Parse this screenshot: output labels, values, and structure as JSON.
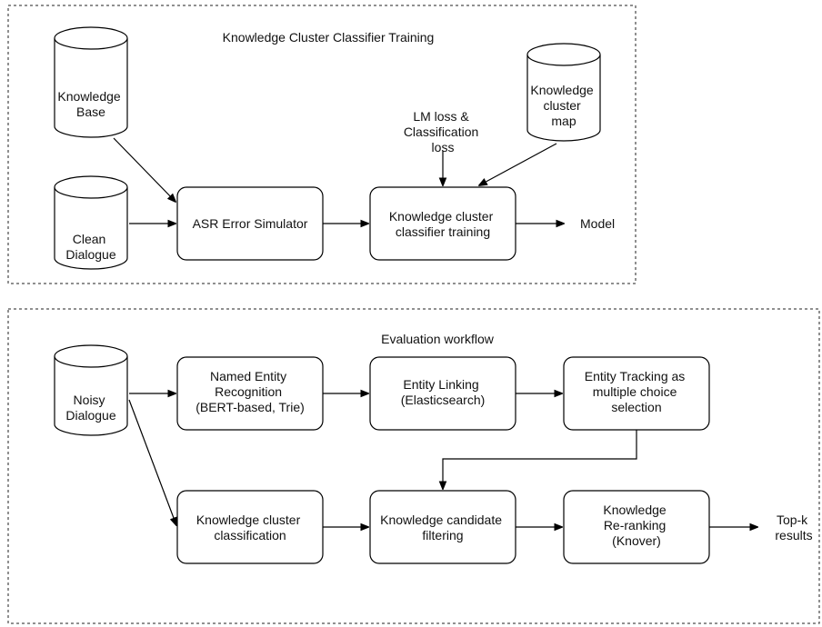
{
  "training": {
    "title": "Knowledge Cluster Classifier Training",
    "knowledge_base": [
      "Knowledge",
      "Base"
    ],
    "clean_dialogue": [
      "Clean",
      "Dialogue"
    ],
    "cluster_map": [
      "Knowledge",
      "cluster",
      "map"
    ],
    "asr_simulator": [
      "ASR Error Simulator"
    ],
    "classifier_training": [
      "Knowledge cluster",
      "classifier training"
    ],
    "loss_note": [
      "LM loss &",
      "Classification",
      "loss"
    ],
    "model": [
      "Model"
    ]
  },
  "evaluation": {
    "title": "Evaluation workflow",
    "noisy_dialogue": [
      "Noisy",
      "Dialogue"
    ],
    "ner": [
      "Named Entity",
      "Recognition",
      "(BERT-based, Trie)"
    ],
    "entity_linking": [
      "Entity Linking",
      "(Elasticsearch)"
    ],
    "entity_tracking": [
      "Entity Tracking as",
      "multiple choice",
      "selection"
    ],
    "cluster_classification": [
      "Knowledge cluster",
      "classification"
    ],
    "candidate_filtering": [
      "Knowledge candidate",
      "filtering"
    ],
    "reranking": [
      "Knowledge",
      "Re-ranking",
      "(Knover)"
    ],
    "results": [
      "Top-k",
      "results"
    ]
  }
}
